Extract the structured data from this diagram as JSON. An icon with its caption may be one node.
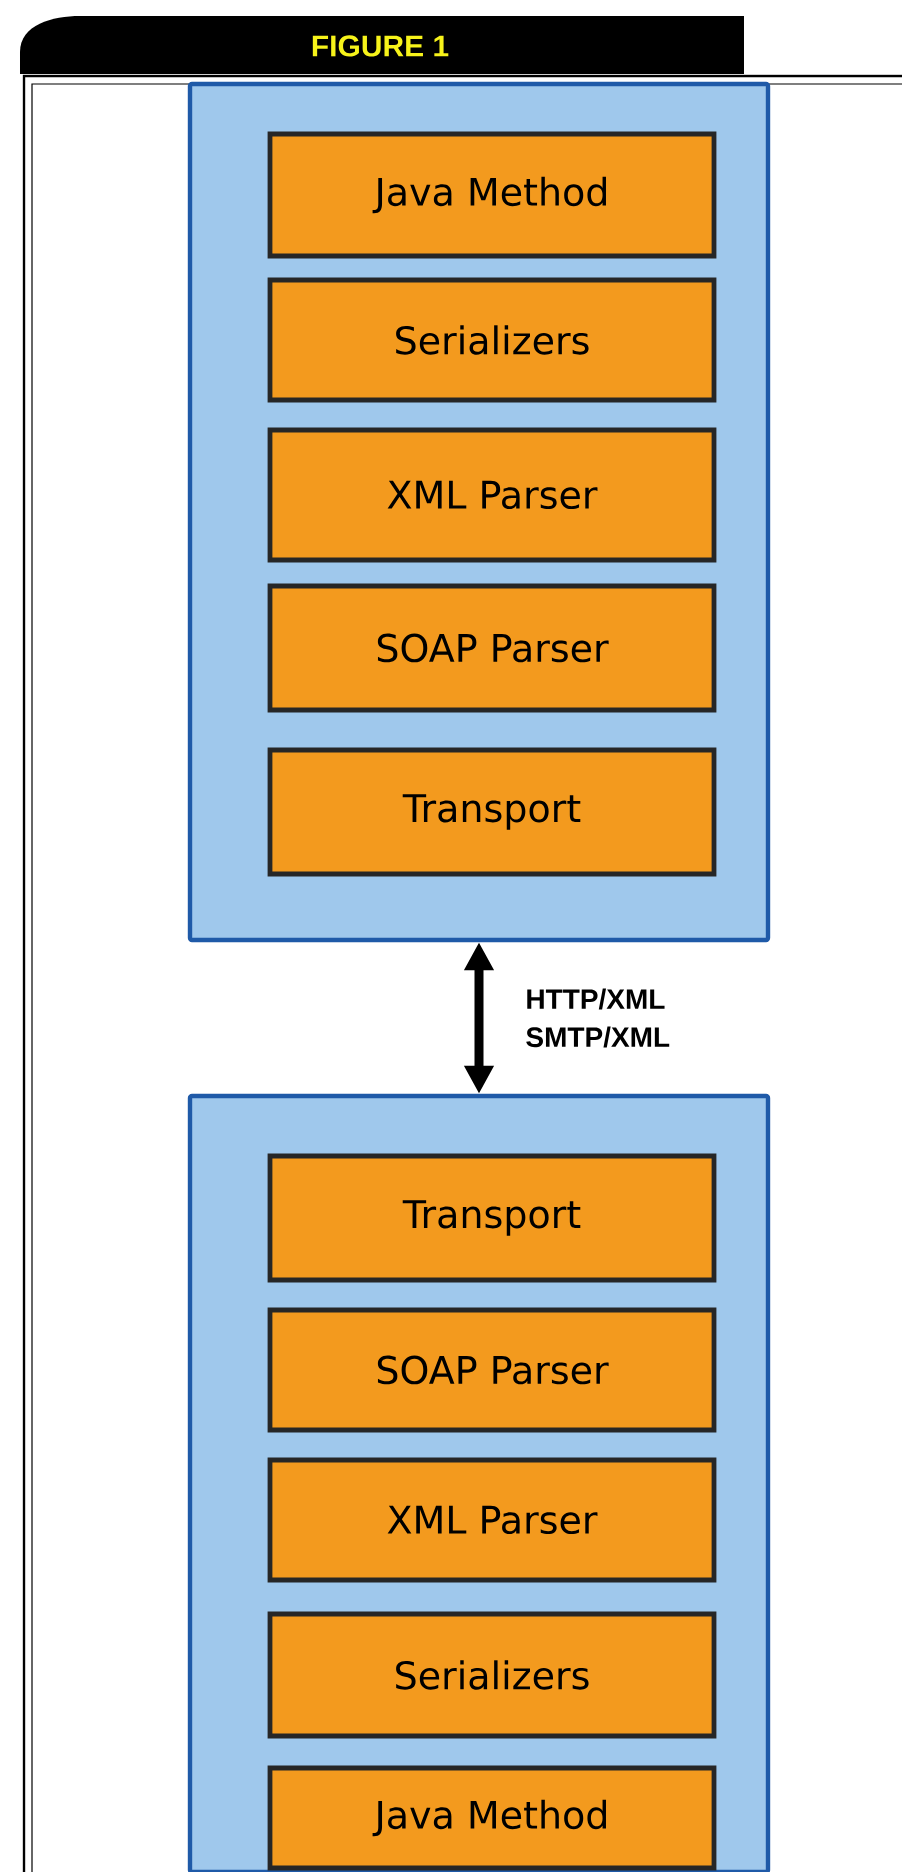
{
  "diagram": {
    "title": "FIGURE 1",
    "nodes": [
      {
        "text": [],
        "shape": "box"
      },
      {
        "text": [
          "Java Method"
        ],
        "in": 0
      },
      {
        "text": [
          "Serializers"
        ],
        "in": 0
      },
      {
        "text": [
          "XML Parser"
        ],
        "in": 0
      },
      {
        "text": [
          "SOAP Parser"
        ],
        "in": 0
      },
      {
        "text": [
          "Transport"
        ],
        "in": 0
      },
      {
        "text": [],
        "shape": "box"
      },
      {
        "text": [
          "Transport"
        ],
        "in": 6
      },
      {
        "text": [
          "SOAP Parser"
        ],
        "in": 6
      },
      {
        "text": [
          "XML Parser"
        ],
        "in": 6
      },
      {
        "text": [
          "Serializers"
        ],
        "in": 6
      },
      {
        "text": [
          "Java Method"
        ],
        "in": 6
      }
    ],
    "edges": [
      {
        "from": 0,
        "to": 6,
        "arrow": "both",
        "label": "HTTP/XML SMTP/XML"
      }
    ]
  }
}
